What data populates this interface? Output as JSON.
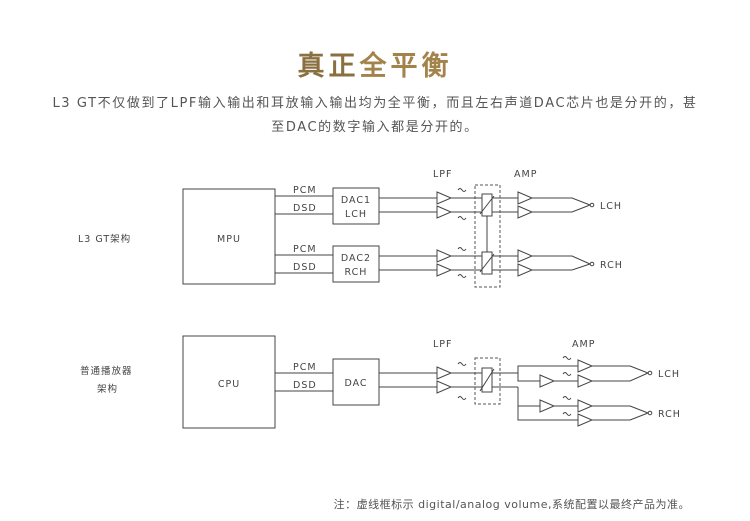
{
  "header": {
    "title_part1": "真正",
    "title_part2": "全平衡",
    "description": "L3 GT不仅做到了LPF输入输出和耳放输入输出均为全平衡，而且左右声道DAC芯片也是分开的，甚至DAC的数字输入都是分开的。"
  },
  "diagram_top": {
    "row_label": "L3 GT架构",
    "processor": "MPU",
    "signal_pcm": "PCM",
    "signal_dsd": "DSD",
    "dac1_line1": "DAC1",
    "dac1_line2": "LCH",
    "dac2_line1": "DAC2",
    "dac2_line2": "RCH",
    "lpf_label": "LPF",
    "amp_label": "AMP",
    "out_left": "LCH",
    "out_right": "RCH"
  },
  "diagram_bottom": {
    "row_label_line1": "普通播放器",
    "row_label_line2": "架构",
    "processor": "CPU",
    "signal_pcm": "PCM",
    "signal_dsd": "DSD",
    "dac": "DAC",
    "lpf_label": "LPF",
    "amp_label": "AMP",
    "out_left": "LCH",
    "out_right": "RCH"
  },
  "footnote": "注：虚线框标示 digital/analog volume,系统配置以最终产品为准。",
  "colors": {
    "title_dark": "#8a7040",
    "title_gold": "#a38349",
    "line": "#444444"
  }
}
